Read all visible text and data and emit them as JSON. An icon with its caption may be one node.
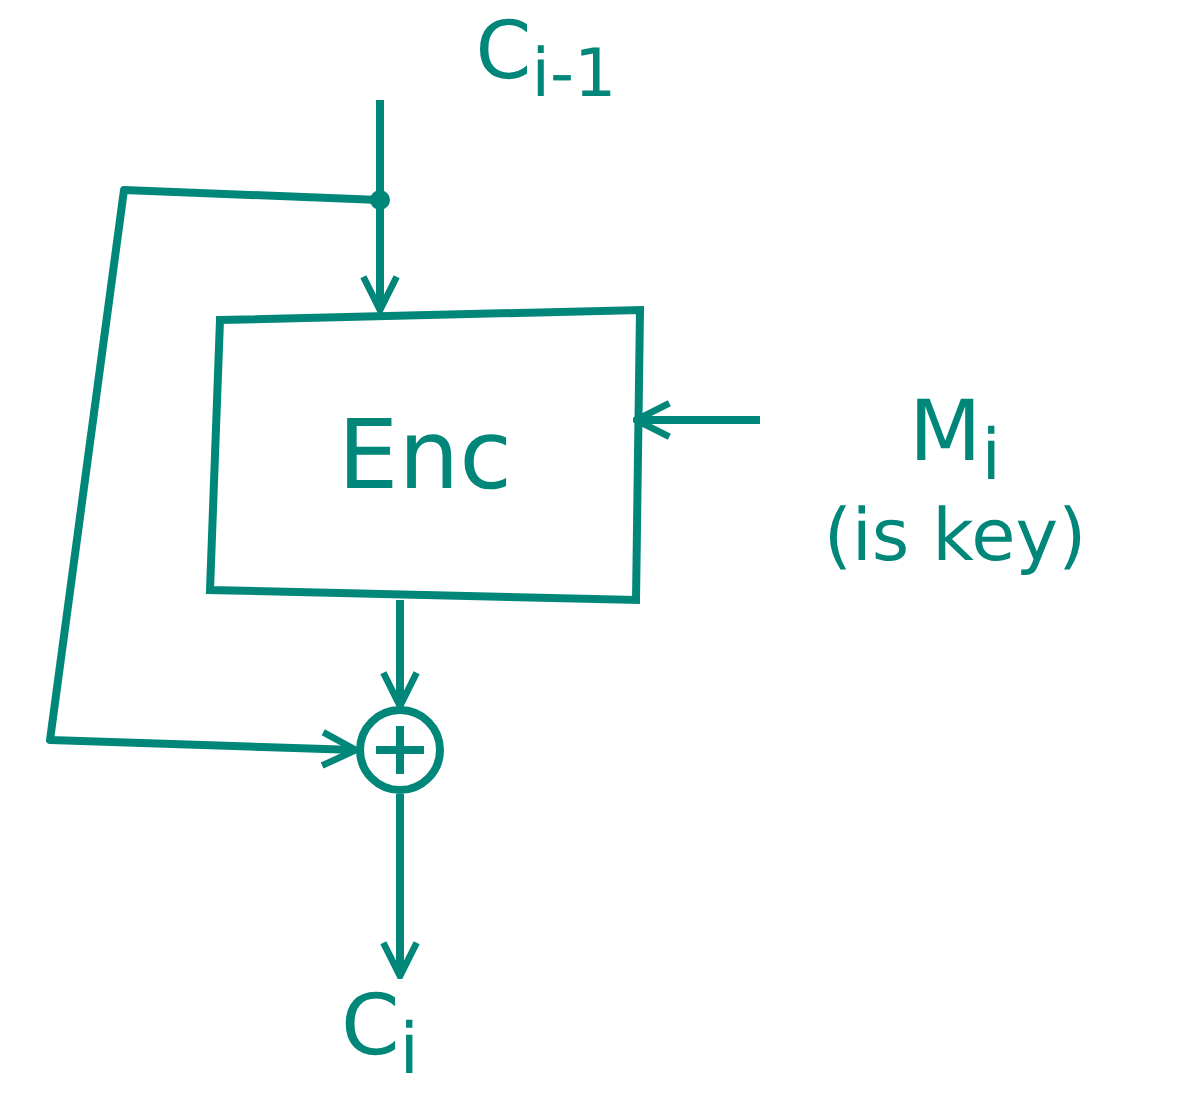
{
  "diagram": {
    "nodes": [
      {
        "text": [
          "C$_{i-1}$"
        ]
      },
      {
        "text": [
          "Enc"
        ]
      },
      {
        "text": [
          "M$_{i}$",
          "(is key)"
        ]
      },
      {
        "text": [],
        "shape": "circle"
      },
      {
        "text": [
          "C$_{i}$"
        ]
      }
    ],
    "edges": [
      {
        "from": 0,
        "to": 1,
        "arrow": "to"
      },
      {
        "from": 0,
        "to": 3,
        "arrow": "to"
      },
      {
        "from": 2,
        "to": 1,
        "arrow": "to"
      },
      {
        "from": 1,
        "to": 3,
        "arrow": "to"
      },
      {
        "from": 3,
        "to": 4,
        "arrow": "to"
      }
    ]
  }
}
